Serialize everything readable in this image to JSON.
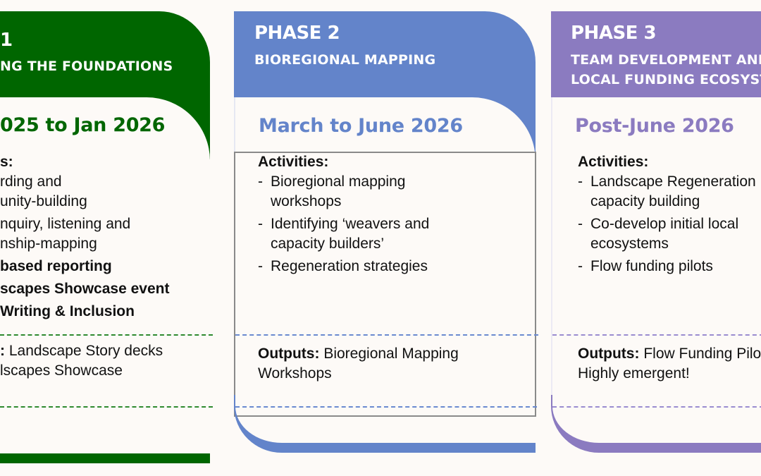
{
  "colors": {
    "phase1": "#006600",
    "phase2": "#6384ca",
    "phase3": "#8b7bc0",
    "background": "#fdfaf7"
  },
  "phases": [
    {
      "number_label": "1",
      "title_lines": [
        "NG THE FOUNDATIONS"
      ],
      "date": "025 to Jan 2026",
      "activities_label": "s:",
      "activities": [
        {
          "lines": [
            "rding and",
            "unity-building"
          ],
          "bold": false
        },
        {
          "lines": [
            "nquiry, listening and",
            "nship-mapping"
          ],
          "bold": false
        },
        {
          "lines": [
            "based reporting"
          ],
          "bold": true
        },
        {
          "lines": [
            "scapes Showcase event"
          ],
          "bold": true
        },
        {
          "lines": [
            "Writing & Inclusion"
          ],
          "bold": true
        }
      ],
      "outputs_label": ":",
      "outputs_text": "Landscape Story decks",
      "outputs_text_2": "lscapes Showcase"
    },
    {
      "number_label": "PHASE 2",
      "title_lines": [
        "BIOREGIONAL MAPPING"
      ],
      "date": "March to June 2026",
      "activities_label": "Activities:",
      "activities": [
        {
          "lines": [
            "Bioregional mapping",
            "workshops"
          ],
          "bold": false
        },
        {
          "lines": [
            "Identifying ‘weavers and",
            "capacity builders’"
          ],
          "bold": false
        },
        {
          "lines": [
            "Regeneration strategies"
          ],
          "bold": false
        }
      ],
      "outputs_label": "Outputs:",
      "outputs_text": "Bioregional Mapping",
      "outputs_text_2": "Workshops"
    },
    {
      "number_label": "PHASE 3",
      "title_lines": [
        "TEAM DEVELOPMENT AND",
        "LOCAL FUNDING ECOSYSTEMS"
      ],
      "date": "Post-June 2026",
      "activities_label": "Activities:",
      "activities": [
        {
          "lines": [
            "Landscape Regeneration",
            "capacity building"
          ],
          "bold": false
        },
        {
          "lines": [
            "Co-develop initial local",
            "ecosystems"
          ],
          "bold": false
        },
        {
          "lines": [
            "Flow funding pilots"
          ],
          "bold": false
        }
      ],
      "outputs_label": "Outputs:",
      "outputs_text": "Flow Funding Pilots",
      "outputs_text_2": "Highly emergent!"
    }
  ],
  "bullet": "-"
}
